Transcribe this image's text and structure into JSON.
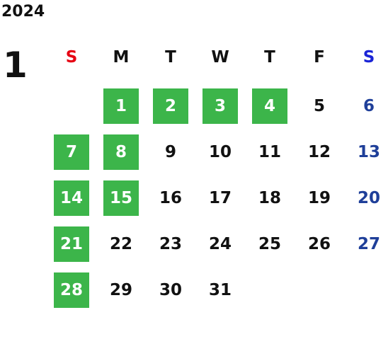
{
  "calendar": {
    "year": "2024",
    "month": "1",
    "weekdays": [
      "S",
      "M",
      "T",
      "W",
      "T",
      "F",
      "S"
    ],
    "first_weekday_index": 1,
    "days_in_month": 31,
    "highlighted_days": [
      1,
      2,
      3,
      4,
      7,
      8,
      14,
      15,
      21,
      28
    ],
    "colors": {
      "sunday_header": "#e60012",
      "saturday_header": "#1a24d6",
      "saturday_day": "#1f3f99",
      "default_text": "#111111",
      "highlight_bg": "#3cb54a",
      "highlight_text": "#ffffff"
    }
  }
}
